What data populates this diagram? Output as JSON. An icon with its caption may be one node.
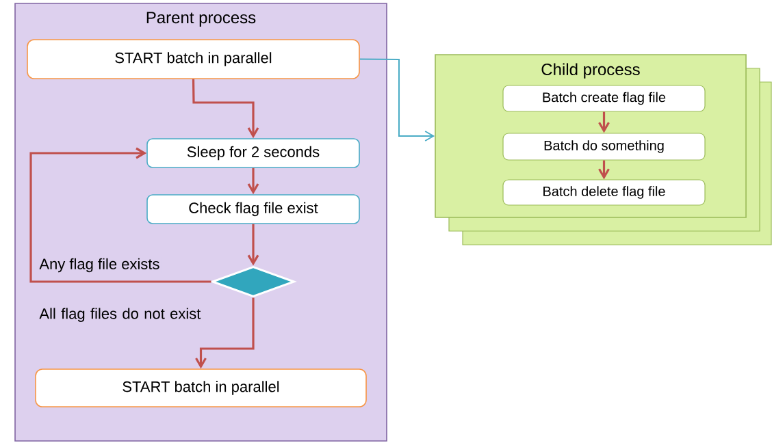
{
  "diagram": {
    "nodes": [
      {
        "text": [
          "Parent process"
        ]
      },
      {
        "text": [
          "START batch in parallel"
        ],
        "in": 0
      },
      {
        "text": [
          "Sleep for 2 seconds"
        ],
        "in": 0
      },
      {
        "text": [
          "Check flag file exist"
        ],
        "in": 0
      },
      {
        "text": [],
        "shape": "diamond",
        "in": 0
      },
      {
        "text": [
          "START batch in parallel"
        ],
        "in": 0
      },
      {
        "text": [
          "Child process"
        ]
      },
      {
        "text": [
          "Batch create flag file"
        ],
        "in": 6
      },
      {
        "text": [
          "Batch do something"
        ],
        "in": 6
      },
      {
        "text": [
          "Batch delete flag file"
        ],
        "in": 6
      }
    ],
    "edges": [
      {
        "from": 1,
        "to": 2,
        "arrow": "to"
      },
      {
        "from": 2,
        "to": 3,
        "arrow": "to"
      },
      {
        "from": 3,
        "to": 4,
        "arrow": "to"
      },
      {
        "from": 4,
        "to": 2,
        "arrow": "to",
        "label": "Any flag file exists"
      },
      {
        "from": 4,
        "to": 5,
        "arrow": "to",
        "label": "All flag files do not exist"
      },
      {
        "from": 1,
        "to": 6,
        "arrow": "to",
        "color": "#4bacc6"
      },
      {
        "from": 7,
        "to": 8,
        "arrow": "to"
      },
      {
        "from": 8,
        "to": 9,
        "arrow": "to"
      }
    ]
  }
}
